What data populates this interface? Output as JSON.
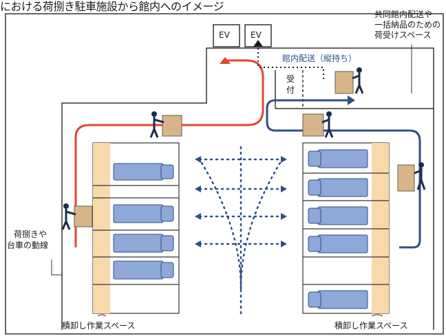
{
  "title": "における荷捌き駐車施設から館内へのイメージ",
  "elevators": [
    "EV",
    "EV"
  ],
  "labels": {
    "shared_space": [
      "共同館内配送や",
      "一括納品のための",
      "荷受けスペース"
    ],
    "internal_delivery": "館内配送（縦持ち）",
    "reception": [
      "受",
      "付"
    ],
    "cart_route": [
      "荷捌きや",
      "台車の動線"
    ],
    "loading_left": "積卸し作業スペース",
    "loading_right": "積卸し作業スペース"
  },
  "colors": {
    "route_red": "#e3452f",
    "route_blue": "#2d4f86",
    "truck": "#8ea8d8",
    "loading_zone": "#f8d9ab",
    "arrow_dots": "#2d4f86"
  }
}
